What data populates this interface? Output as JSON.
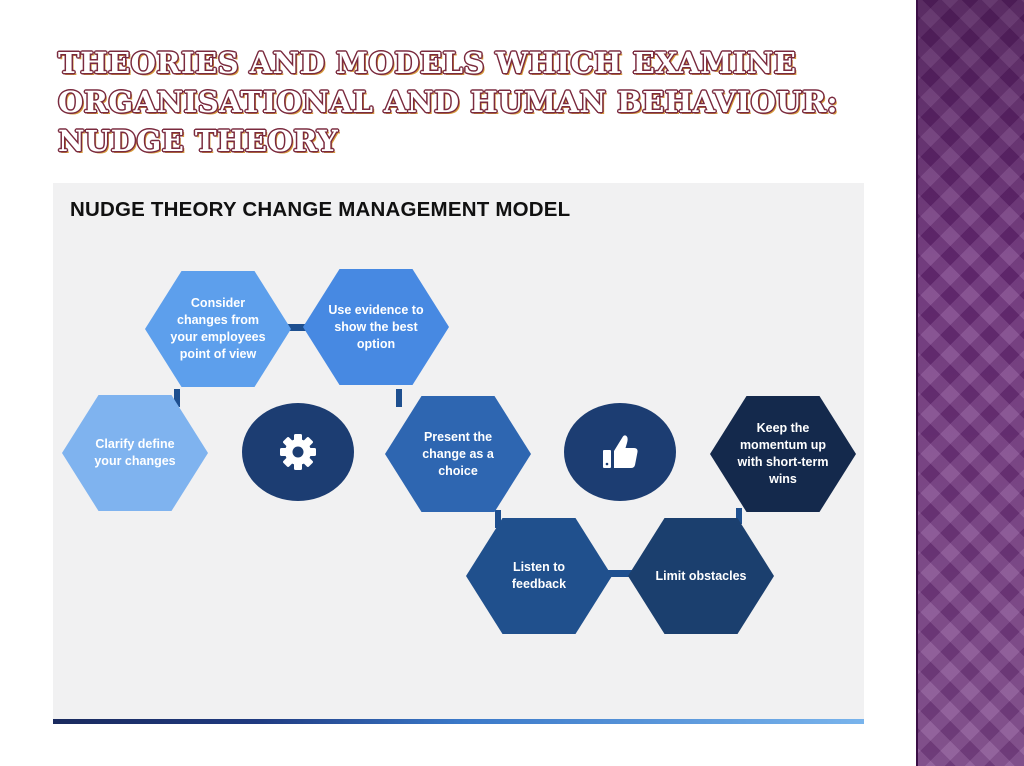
{
  "slide": {
    "title_lines": [
      "Theories and models which examine",
      "organisational and human behaviour:",
      "Nudge Theory"
    ]
  },
  "diagram": {
    "title": "NUDGE THEORY CHANGE MANAGEMENT MODEL",
    "steps": [
      {
        "label": "Clarify define your changes",
        "color": "#7fb3ef"
      },
      {
        "label": "Consider changes from your employees point of view",
        "color": "#5d9fec"
      },
      {
        "label": "Use evidence to show the best option",
        "color": "#4789e2"
      },
      {
        "label": "Present the change as a choice",
        "color": "#2e66b1"
      },
      {
        "label": "Listen to feedback",
        "color": "#20508d"
      },
      {
        "label": "Limit obstacles",
        "color": "#1b3f6e"
      },
      {
        "label": "Keep the momentum up with short-term wins",
        "color": "#14294c"
      }
    ],
    "icons": [
      "gear-icon",
      "thumbs-up-icon"
    ],
    "circle_color": "#1c3d72",
    "connector_color": "#1e4f8f"
  }
}
